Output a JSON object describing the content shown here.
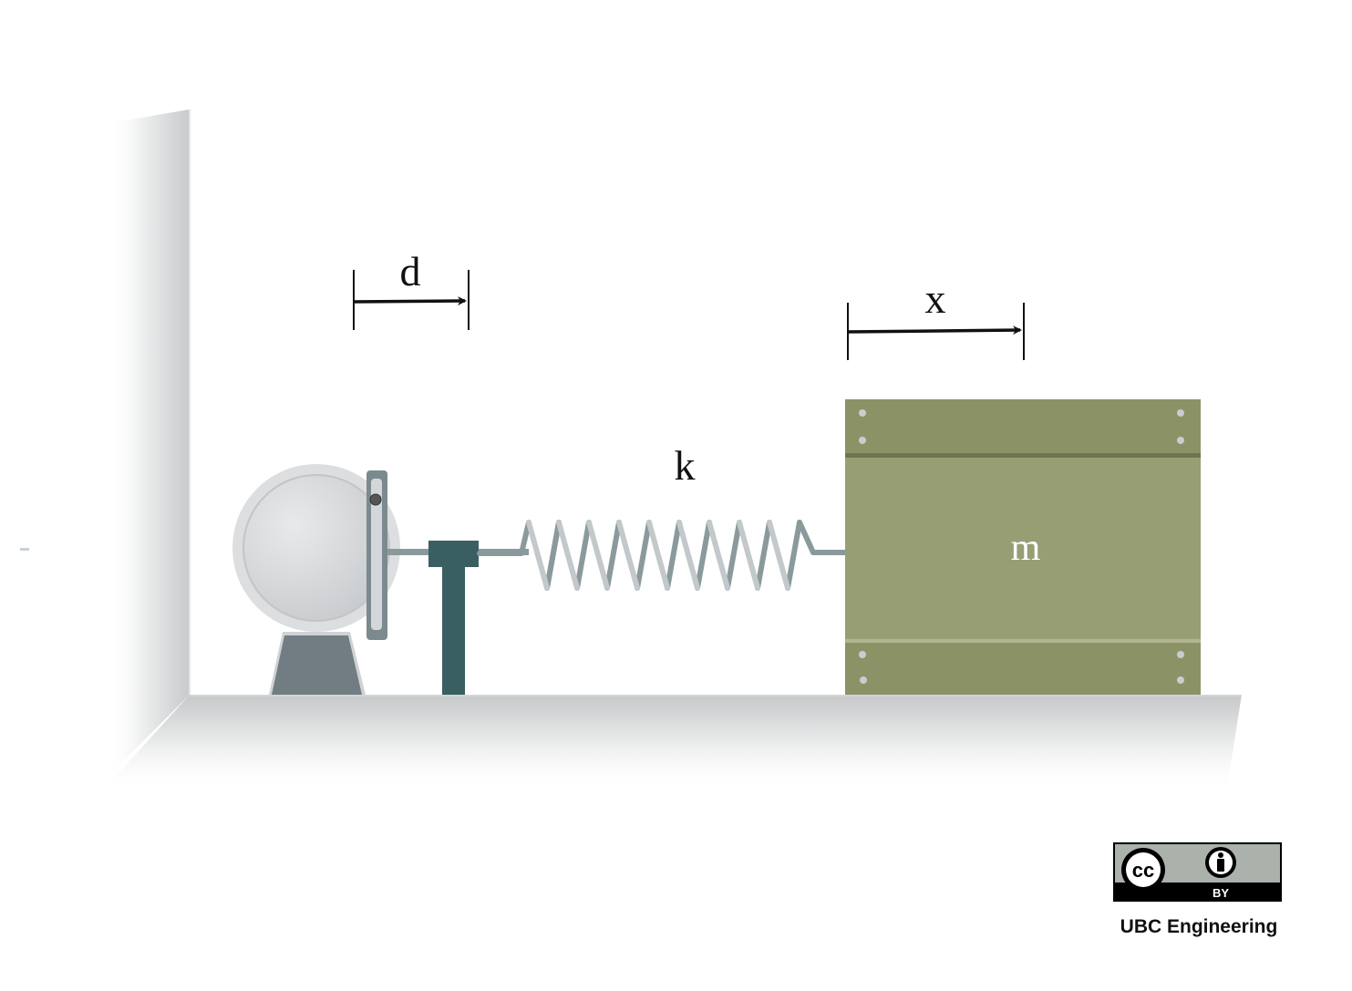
{
  "diagram": {
    "labels": {
      "displacement_input": "d",
      "displacement_mass": "x",
      "spring_constant": "k",
      "mass": "m"
    },
    "components": [
      "wall",
      "floor",
      "motor",
      "slotted-link",
      "t-post",
      "spring",
      "mass-block"
    ],
    "colors": {
      "mass_block": "#8b9366",
      "mass_panel": "#989e74",
      "mass_seam_dark": "#6f7550",
      "mass_seam_light": "#b1b590",
      "bolt": "#c9cdd2",
      "motor_outer": "#dadcde",
      "motor_inner": "#cfd2d4",
      "motor_base": "#717d82",
      "link": "#7b8a8e",
      "t_post": "#3a5f62",
      "spring_front": "#c3c8ca",
      "spring_back": "#8a9a9c",
      "arrow": "#111111",
      "mass_label": "#ffffff"
    }
  },
  "license": {
    "badge_cc": "cc",
    "badge_by": "BY",
    "organization": "UBC Engineering"
  }
}
